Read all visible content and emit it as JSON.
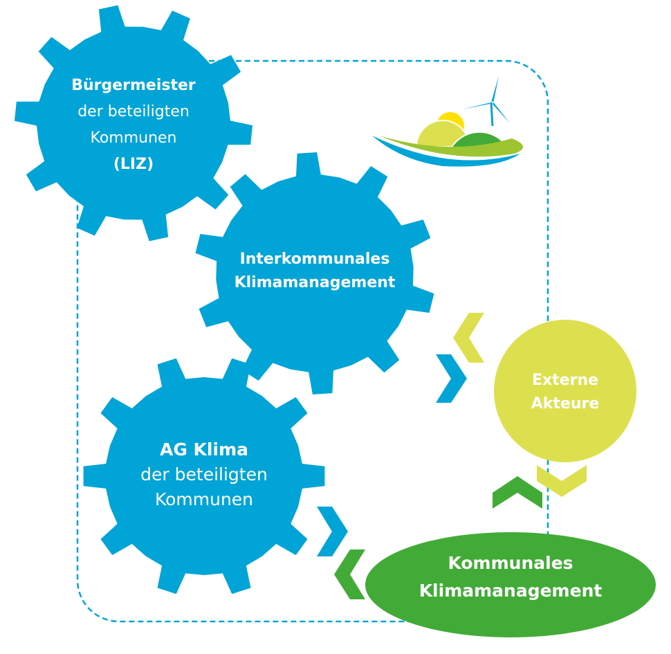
{
  "colors": {
    "blue": "#00a4d6",
    "green": "#42ab37",
    "yellow": "#dde04e",
    "sun": "#ffe100",
    "lightgreen": "#9cc531"
  },
  "gears": [
    {
      "lines": [
        {
          "text": "Bürgermeister",
          "bold": true
        },
        {
          "text": "der beteiligten",
          "bold": false
        },
        {
          "text": "Kommunen",
          "bold": false
        },
        {
          "text": "(LIZ)",
          "bold": true
        }
      ]
    },
    {
      "lines": [
        {
          "text": "Interkommunales",
          "bold": true
        },
        {
          "text": "Klimamanagement",
          "bold": true
        }
      ]
    },
    {
      "lines": [
        {
          "text": "AG Klima",
          "bold": true
        },
        {
          "text": "der beteiligten",
          "bold": false
        },
        {
          "text": "Kommunen",
          "bold": false
        }
      ]
    }
  ],
  "external": {
    "line1": "Externe",
    "line2": "Akteure"
  },
  "municipal": {
    "line1": "Kommunales",
    "line2": "Klimamanagement"
  }
}
